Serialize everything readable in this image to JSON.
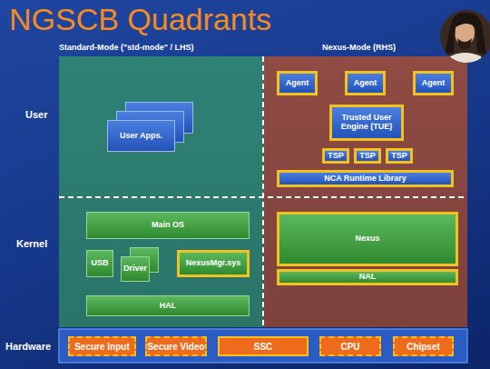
{
  "diagram": {
    "title": "NGSCB Quadrants",
    "nodes": [
      {
        "text": [
          "Standard-Mode (\"std-mode\" / LHS)"
        ]
      },
      {
        "text": [
          "Nexus-Mode (RHS)"
        ]
      },
      {
        "text": [
          "Agent"
        ],
        "in": 1
      },
      {
        "text": [
          "Agent"
        ],
        "in": 1
      },
      {
        "text": [
          "Agent"
        ],
        "in": 1
      },
      {
        "text": [
          "User Apps."
        ],
        "in": 0
      },
      {
        "text": [
          "Trusted User Engine (TUE)"
        ],
        "in": 1
      },
      {
        "text": [
          "TSP"
        ],
        "in": 1
      },
      {
        "text": [
          "TSP"
        ],
        "in": 1
      },
      {
        "text": [
          "TSP"
        ],
        "in": 1
      },
      {
        "text": [
          "NCA Runtime Library"
        ],
        "in": 1
      },
      {
        "text": [
          "Main OS"
        ],
        "in": 0
      },
      {
        "text": [
          "Nexus"
        ],
        "in": 1
      },
      {
        "text": [
          "USB"
        ],
        "in": 0
      },
      {
        "text": [
          "Driver"
        ],
        "in": 0
      },
      {
        "text": [
          "NexusMgr.sys"
        ],
        "in": 0
      },
      {
        "text": [
          "NAL"
        ],
        "in": 1
      },
      {
        "text": [
          "HAL"
        ],
        "in": 0
      },
      {
        "text": [
          "Secure Input"
        ]
      },
      {
        "text": [
          "Secure Video"
        ]
      },
      {
        "text": [
          "SSC"
        ]
      },
      {
        "text": [
          "CPU"
        ]
      },
      {
        "text": [
          "Chipset"
        ]
      }
    ],
    "labels": [
      "User",
      "Kernel",
      "Hardware"
    ]
  }
}
